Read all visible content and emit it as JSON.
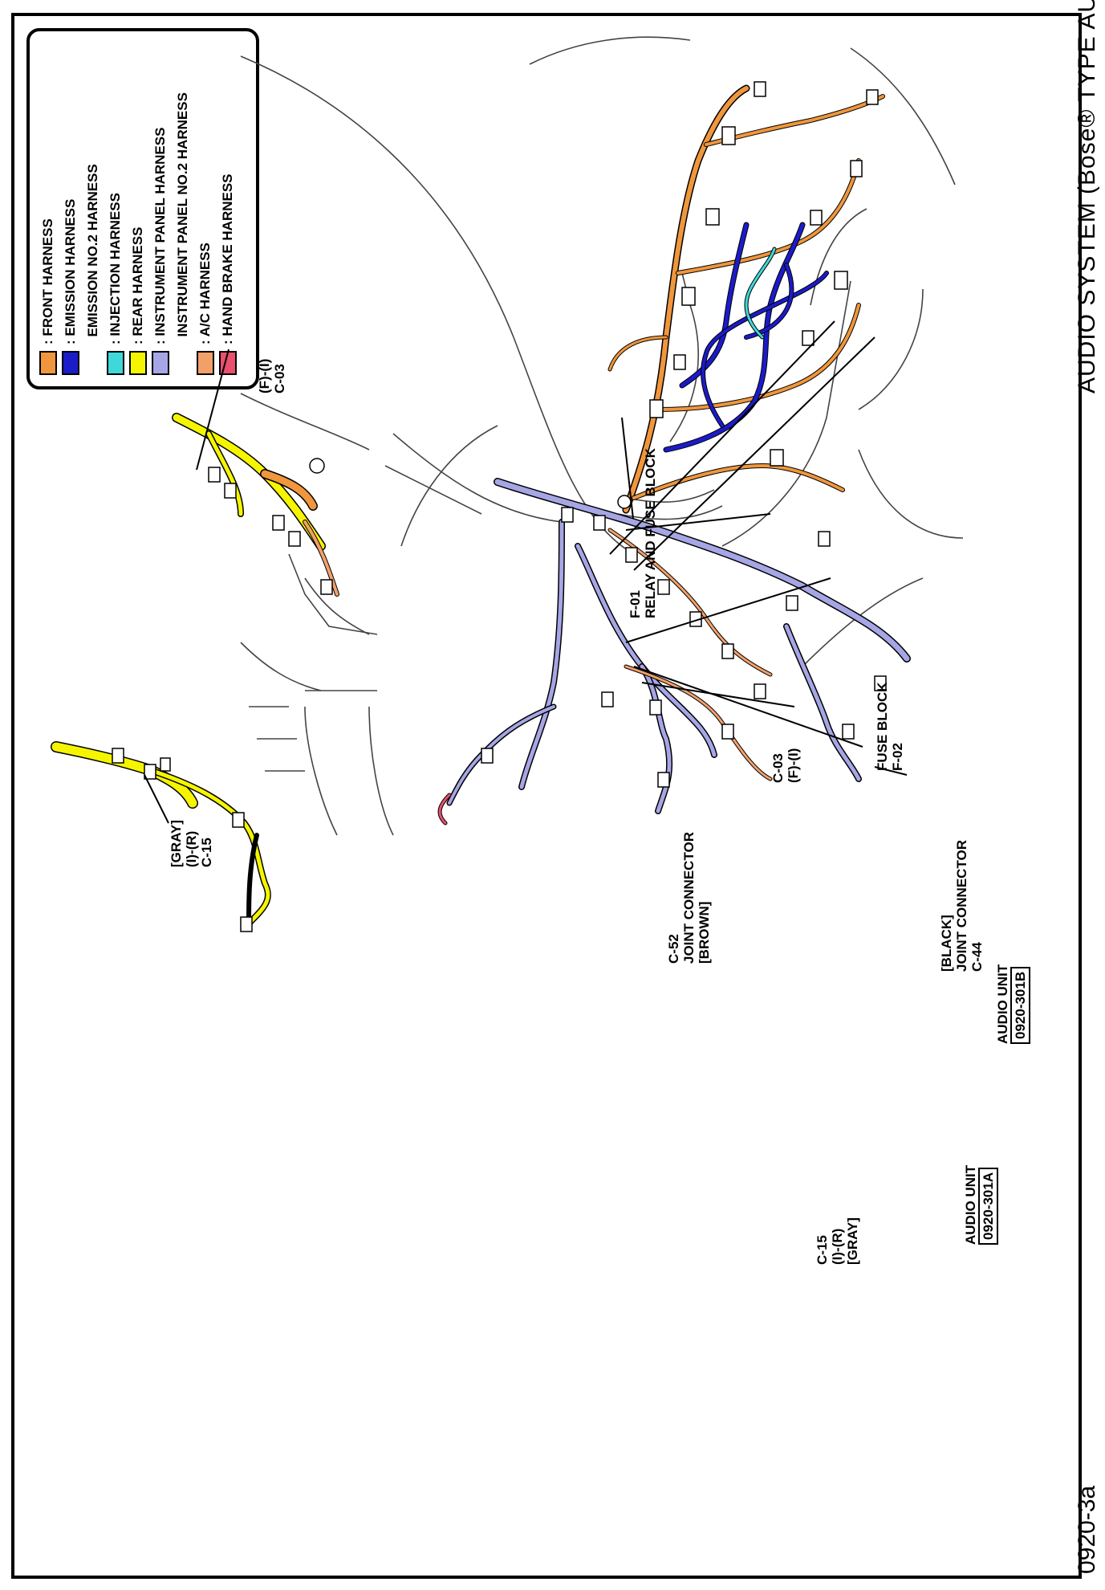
{
  "header": {
    "title": "AUDIO SYSTEM (Bose® TYPE AUDIO)",
    "page_number": "0920-3a"
  },
  "legend": {
    "items": [
      {
        "label": "FRONT HARNESS",
        "color": "#F0963C"
      },
      {
        "label": "EMISSION HARNESS",
        "color": "#1B1BC8"
      },
      {
        "label": "EMISSION NO.2 HARNESS",
        "color": ""
      },
      {
        "label": "INJECTION HARNESS",
        "color": "#3FD8D8"
      },
      {
        "label": "REAR HARNESS",
        "color": "#F5F500"
      },
      {
        "label": "INSTRUMENT PANEL HARNESS",
        "color": "#A6A6E6"
      },
      {
        "label": "INSTRUMENT PANEL NO.2 HARNESS",
        "color": ""
      },
      {
        "label": "A/C HARNESS",
        "color": "#F2A06A"
      },
      {
        "label": "HAND BRAKE HARNESS",
        "color": "#E8506E"
      }
    ]
  },
  "callouts": {
    "f01": {
      "code": "F-01",
      "name": "RELAY AND FUSE BLOCK"
    },
    "f02": {
      "code": "F-02",
      "name": "FUSE BLOCK"
    },
    "c44": {
      "color": "[BLACK]",
      "name": "JOINT CONNECTOR",
      "code": "C-44"
    },
    "c03_right": {
      "code": "C-03",
      "mate": "(F)-(I)"
    },
    "c52": {
      "code": "C-52",
      "name": "JOINT CONNECTOR",
      "color": "[BROWN]"
    },
    "audio_b": {
      "name": "AUDIO UNIT",
      "ref": "0920-301B"
    },
    "audio_a": {
      "name": "AUDIO UNIT",
      "ref": "0920-301A"
    },
    "c15_right": {
      "code": "C-15",
      "mate": "(I)-(R)",
      "color": "[GRAY]"
    },
    "c03_left": {
      "mate": "(F)-(I)",
      "code": "C-03"
    },
    "c15_left": {
      "color": "[GRAY]",
      "mate": "(I)-(R)",
      "code": "C-15"
    }
  },
  "colors": {
    "front": "#F0963C",
    "emission": "#1B1BC8",
    "injection": "#3FD8D8",
    "rear": "#F5F500",
    "instrument": "#A6A6E6",
    "ac": "#F2A06A",
    "handbrake": "#E8506E"
  }
}
